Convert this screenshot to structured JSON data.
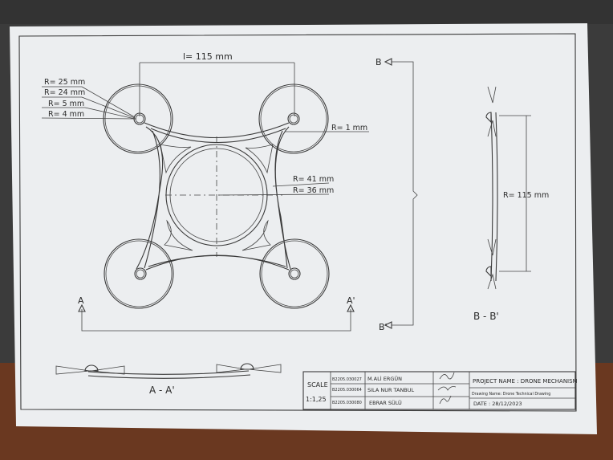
{
  "colors": {
    "background_top": "#3b3b3b",
    "desk": "#6a3820",
    "paper": "#eceef0",
    "ink": "#2a2a2a"
  },
  "top_view": {
    "length_dim": "l= 115 mm",
    "radius_labels": [
      "R= 25 mm",
      "R= 24 mm",
      "R= 5 mm",
      "R= 4 mm"
    ],
    "fillet_label": "R= 1 mm",
    "hub_labels": [
      "R= 41 mm",
      "R= 36 mm"
    ]
  },
  "section_markers": {
    "a": "A",
    "a_prime": "A'",
    "b": "B",
    "b_prime": "B'"
  },
  "side_view": {
    "dim_label": "R= 115 mm",
    "caption": "B - B'"
  },
  "front_view": {
    "caption": "A - A'"
  },
  "title_block": {
    "scale_label": "SCALE",
    "scale_value": "1:1,25",
    "student_ids": [
      "B2205.030027",
      "B2205.030064",
      "B2205.030080"
    ],
    "names": [
      "M.ALİ ERGÜN",
      "SILA NUR TANBUL",
      "EBRAR SÜLÜ"
    ],
    "project_name": "PROJECT NAME : DRONE MECHANISM",
    "drawing_name": "Drawing Name: Drone Technical Drawing",
    "date": "DATE : 28/12/2023"
  }
}
